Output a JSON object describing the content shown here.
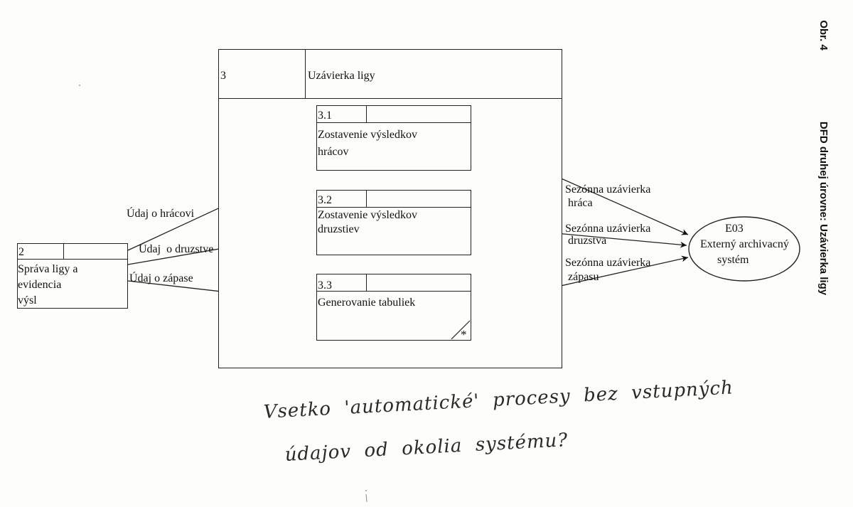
{
  "side_caption": {
    "fig_label": "Obr. 4",
    "title": "DFD druhej úrovne: Uzávierka ligy"
  },
  "outer_process": {
    "id": "3",
    "name": "Uzávierka ligy"
  },
  "left_process": {
    "id": "2",
    "name_lines": [
      "Správa ligy a",
      "evidencia",
      "výsl"
    ]
  },
  "subprocesses": [
    {
      "id": "3.1",
      "name_lines": [
        "Zostavenie výsledkov",
        "hrácov"
      ]
    },
    {
      "id": "3.2",
      "name_lines": [
        "Zostavenie výsledkov",
        "druzstiev"
      ]
    },
    {
      "id": "3.3",
      "name_lines": [
        "Generovanie tabuliek"
      ],
      "marker": "*"
    }
  ],
  "external_entity": {
    "id": "E03",
    "name_lines": [
      "Externý archivacný",
      "systém"
    ]
  },
  "input_flows": [
    {
      "label": "Údaj o hrácovi"
    },
    {
      "label": "Údaj  o druzstve"
    },
    {
      "label": "Údaj o zápase"
    }
  ],
  "output_flows": [
    {
      "label_lines": [
        "Sezónna uzávierka",
        " hráca"
      ]
    },
    {
      "label_lines": [
        "Sezónna uzávierka",
        " druzstva"
      ]
    },
    {
      "label_lines": [
        "Sezónna uzávierka",
        " zápasu"
      ]
    }
  ],
  "handwritten_note": {
    "lines": [
      "Vsetko  'automatické'  procesy  bez  vstupných",
      "údajov  od  okolia  systému?"
    ]
  }
}
